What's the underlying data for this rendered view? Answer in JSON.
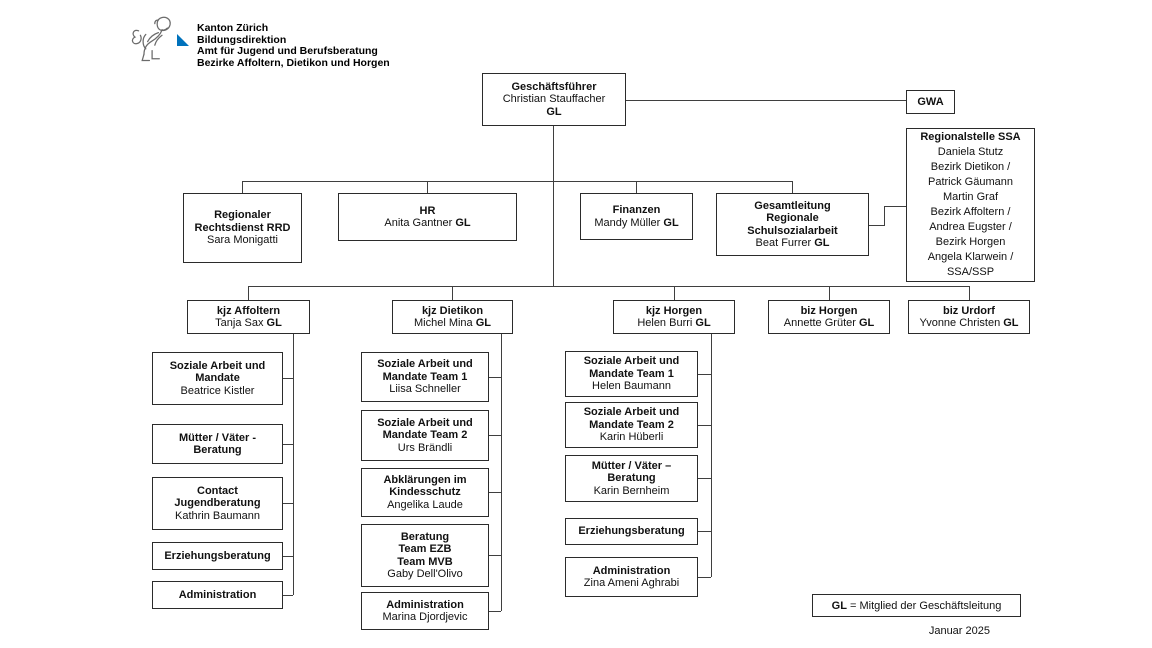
{
  "header": {
    "org_lines": [
      "Kanton Zürich",
      "Bildungsdirektion",
      "Amt für Jugend und Berufsberatung",
      "Bezirke Affoltern, Dietikon und Horgen"
    ],
    "crest_icon": "zurich-lion-crest",
    "flag_icon": "zurich-flag",
    "flag_blue": "#0072bc"
  },
  "colors": {
    "line": "#3f3f3f",
    "border": "#2b2b2b",
    "text": "#111111"
  },
  "nodes": {
    "gf": {
      "lines": [
        [
          {
            "t": "Geschäftsführer",
            "b": true
          }
        ],
        [
          {
            "t": "Christian Stauffacher"
          }
        ],
        [
          {
            "t": "GL",
            "b": true
          }
        ]
      ]
    },
    "gwa": {
      "lines": [
        [
          {
            "t": "GWA",
            "b": true
          }
        ]
      ]
    },
    "ssa": {
      "lines": [
        [
          {
            "t": "Regionalstelle SSA",
            "b": true
          }
        ],
        [
          {
            "t": "Daniela Stutz"
          }
        ],
        [
          {
            "t": "Bezirk Dietikon /"
          }
        ],
        [
          {
            "t": "Patrick Gäumann"
          }
        ],
        [
          {
            "t": "Martin Graf"
          }
        ],
        [
          {
            "t": "Bezirk Affoltern /"
          }
        ],
        [
          {
            "t": "Andrea Eugster /"
          }
        ],
        [
          {
            "t": "Bezirk Horgen"
          }
        ],
        [
          {
            "t": "Angela Klarwein /"
          }
        ],
        [
          {
            "t": "SSA/SSP"
          }
        ]
      ]
    },
    "rrd": {
      "lines": [
        [
          {
            "t": "Regionaler",
            "b": true
          }
        ],
        [
          {
            "t": "Rechtsdienst RRD",
            "b": true
          }
        ],
        [
          {
            "t": "Sara Monigatti"
          }
        ]
      ]
    },
    "hr": {
      "lines": [
        [
          {
            "t": "HR",
            "b": true
          }
        ],
        [
          {
            "t": "Anita Gantner "
          },
          {
            "t": "GL",
            "b": true
          }
        ]
      ]
    },
    "fin": {
      "lines": [
        [
          {
            "t": "Finanzen",
            "b": true
          }
        ],
        [
          {
            "t": "Mandy Müller "
          },
          {
            "t": "GL",
            "b": true
          }
        ]
      ]
    },
    "gls": {
      "lines": [
        [
          {
            "t": "Gesamtleitung",
            "b": true
          }
        ],
        [
          {
            "t": "Regionale",
            "b": true
          }
        ],
        [
          {
            "t": "Schulsozialarbeit",
            "b": true
          }
        ],
        [
          {
            "t": "Beat Furrer "
          },
          {
            "t": "GL",
            "b": true
          }
        ]
      ]
    },
    "kjza": {
      "lines": [
        [
          {
            "t": "kjz Affoltern",
            "b": true
          }
        ],
        [
          {
            "t": "Tanja Sax "
          },
          {
            "t": "GL",
            "b": true
          }
        ]
      ]
    },
    "kjzd": {
      "lines": [
        [
          {
            "t": "kjz Dietikon",
            "b": true
          }
        ],
        [
          {
            "t": "Michel Mina "
          },
          {
            "t": "GL",
            "b": true
          }
        ]
      ]
    },
    "kjzh": {
      "lines": [
        [
          {
            "t": "kjz Horgen",
            "b": true
          }
        ],
        [
          {
            "t": "Helen Burri "
          },
          {
            "t": "GL",
            "b": true
          }
        ]
      ]
    },
    "bizh": {
      "lines": [
        [
          {
            "t": "biz Horgen",
            "b": true
          }
        ],
        [
          {
            "t": "Annette Grüter "
          },
          {
            "t": "GL",
            "b": true
          }
        ]
      ]
    },
    "bizu": {
      "lines": [
        [
          {
            "t": "biz Urdorf",
            "b": true
          }
        ],
        [
          {
            "t": "Yvonne Christen "
          },
          {
            "t": "GL",
            "b": true
          }
        ]
      ]
    },
    "a1": {
      "lines": [
        [
          {
            "t": "Soziale Arbeit und",
            "b": true
          }
        ],
        [
          {
            "t": "Mandate",
            "b": true
          }
        ],
        [
          {
            "t": "Beatrice Kistler"
          }
        ]
      ]
    },
    "a2": {
      "lines": [
        [
          {
            "t": "Mütter / Väter -",
            "b": true
          }
        ],
        [
          {
            "t": "Beratung",
            "b": true
          }
        ]
      ]
    },
    "a3": {
      "lines": [
        [
          {
            "t": "Contact",
            "b": true
          }
        ],
        [
          {
            "t": "Jugendberatung",
            "b": true
          }
        ],
        [
          {
            "t": "Kathrin Baumann"
          }
        ]
      ]
    },
    "a4": {
      "lines": [
        [
          {
            "t": "Erziehungsberatung",
            "b": true
          }
        ]
      ]
    },
    "a5": {
      "lines": [
        [
          {
            "t": "Administration",
            "b": true
          }
        ]
      ]
    },
    "d1": {
      "lines": [
        [
          {
            "t": "Soziale Arbeit und",
            "b": true
          }
        ],
        [
          {
            "t": "Mandate Team 1",
            "b": true
          }
        ],
        [
          {
            "t": "Liisa Schneller"
          }
        ]
      ]
    },
    "d2": {
      "lines": [
        [
          {
            "t": "Soziale Arbeit und",
            "b": true
          }
        ],
        [
          {
            "t": "Mandate Team 2",
            "b": true
          }
        ],
        [
          {
            "t": "Urs Brändli"
          }
        ]
      ]
    },
    "d3": {
      "lines": [
        [
          {
            "t": "Abklärungen im",
            "b": true
          }
        ],
        [
          {
            "t": "Kindesschutz",
            "b": true
          }
        ],
        [
          {
            "t": "Angelika Laude"
          }
        ]
      ]
    },
    "d4": {
      "lines": [
        [
          {
            "t": "Beratung",
            "b": true
          }
        ],
        [
          {
            "t": "Team EZB",
            "b": true
          }
        ],
        [
          {
            "t": "Team MVB",
            "b": true
          }
        ],
        [
          {
            "t": "Gaby Dell'Olivo"
          }
        ]
      ]
    },
    "d5": {
      "lines": [
        [
          {
            "t": "Administration",
            "b": true
          }
        ],
        [
          {
            "t": "Marina Djordjevic"
          }
        ]
      ]
    },
    "h1": {
      "lines": [
        [
          {
            "t": "Soziale Arbeit und",
            "b": true
          }
        ],
        [
          {
            "t": "Mandate Team 1",
            "b": true
          }
        ],
        [
          {
            "t": "Helen Baumann"
          }
        ]
      ]
    },
    "h2": {
      "lines": [
        [
          {
            "t": "Soziale Arbeit und",
            "b": true
          }
        ],
        [
          {
            "t": "Mandate Team 2",
            "b": true
          }
        ],
        [
          {
            "t": "Karin Hüberli"
          }
        ]
      ]
    },
    "h3": {
      "lines": [
        [
          {
            "t": "Mütter / Väter –",
            "b": true
          }
        ],
        [
          {
            "t": "Beratung",
            "b": true
          }
        ],
        [
          {
            "t": "Karin Bernheim"
          }
        ]
      ]
    },
    "h4": {
      "lines": [
        [
          {
            "t": "Erziehungsberatung",
            "b": true
          }
        ]
      ]
    },
    "h5": {
      "lines": [
        [
          {
            "t": "Administration",
            "b": true
          }
        ],
        [
          {
            "t": "Zina Ameni Aghrabi"
          }
        ]
      ]
    }
  },
  "legend": {
    "term": "GL",
    "definition": " = Mitglied der Geschäftsleitung"
  },
  "date": "Januar 2025"
}
